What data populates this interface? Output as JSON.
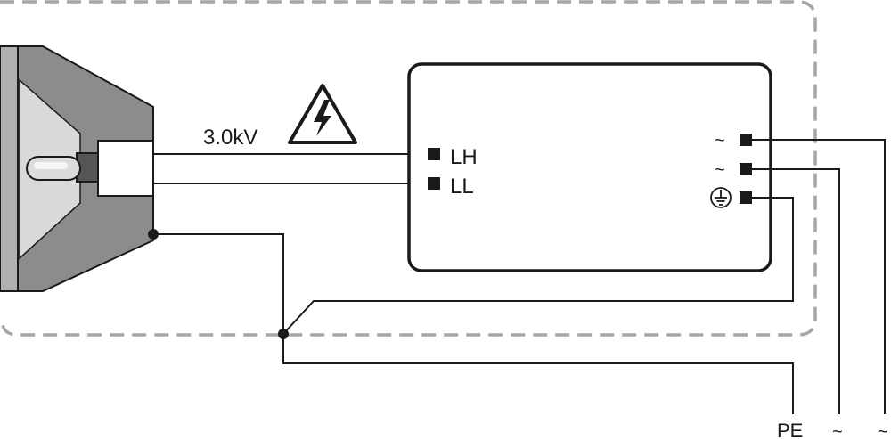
{
  "voltage_label": "3.0kV",
  "ballast_terminals": {
    "lh": "LH",
    "ll": "LL",
    "line1": "~",
    "line2": "~"
  },
  "mains_labels": {
    "pe": "PE",
    "l1": "~",
    "l2": "~"
  },
  "icons": {
    "warning": "high-voltage-warning-icon",
    "ground": "protective-earth-icon"
  },
  "colors": {
    "wire": "#1a1a1a",
    "boundary": "#a6a6a6",
    "reflector": "#8c8c8c"
  }
}
